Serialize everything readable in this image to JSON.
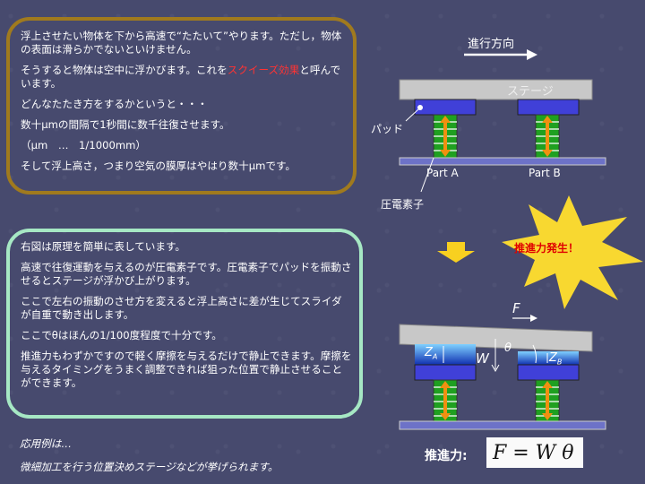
{
  "box1": {
    "p1": "浮上させたい物体を下から高速で“たたいて”やります。ただし，物体の表面は滑らかでないといけません。",
    "p2_a": "そうすると物体は空中に浮かびます。これを",
    "p2_red": "スクイーズ効果",
    "p2_b": "と呼んでいます。",
    "p3": "どんなたたき方をするかというと・・・",
    "p4": "数十μmの間隔で1秒間に数千往復させます。",
    "p5": "（μm　…　1/1000mm）",
    "p6": "そして浮上高さ，つまり空気の膜厚はやはり数十μmです。"
  },
  "box2": {
    "p1": "右図は原理を簡単に表しています。",
    "p2": "高速で往復運動を与えるのが圧電素子です。圧電素子でパッドを振動させるとステージが浮かび上がります。",
    "p3": "ここで左右の振動のさせ方を変えると浮上高さに差が生じてスライダが自重で動き出します。",
    "p4": "ここでθはほんの1/100度程度で十分です。",
    "p5": "推進力もわずかですので軽く摩擦を与えるだけで静止できます。摩擦を与えるタイミングをうまく調整できれば狙った位置で静止させることができます。"
  },
  "applications": {
    "line1": "応用例は…",
    "line2": "微細加工を行う位置決めステージなどが挙げられます。"
  },
  "diagram": {
    "direction": "進行方向",
    "stage": "ステージ",
    "pad": "パッド",
    "part_a": "Part A",
    "part_b": "Part B",
    "piezo": "圧電素子",
    "thrust_burst": "推進力発生！",
    "force": "F",
    "weight": "W",
    "theta": "θ",
    "za": "Z",
    "za_sub": "A",
    "zb": "Z",
    "zb_sub": "B",
    "thrust_label": "推進力:",
    "formula": "F = W θ"
  },
  "colors": {
    "box1_border": "#a07a1e",
    "box2_border": "#a6e8c4",
    "highlight": "#ff3333",
    "pad": "#4040d8",
    "piezo": "#1fa020",
    "arrow": "#f09010",
    "burst": "#f8d830"
  }
}
